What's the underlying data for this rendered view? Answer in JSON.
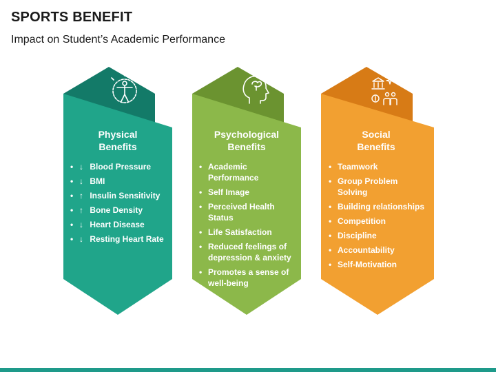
{
  "header": {
    "title": "SPORTS BENEFIT",
    "subtitle": "Impact on Student’s Academic Performance"
  },
  "colors": {
    "physical_main": "#20a58a",
    "physical_dark": "#137a68",
    "psychological_main": "#8cb84a",
    "psychological_dark": "#6b9330",
    "social_main": "#f2a031",
    "social_dark": "#d77b16"
  },
  "columns": [
    {
      "icon": "human-body-icon",
      "title_line1": "Physical",
      "title_line2": "Benefits",
      "items": [
        {
          "arrow": "↓",
          "text": "Blood Pressure"
        },
        {
          "arrow": "↓",
          "text": "BMI"
        },
        {
          "arrow": "↑",
          "text": "Insulin Sensitivity"
        },
        {
          "arrow": "↑",
          "text": "Bone Density"
        },
        {
          "arrow": "↓",
          "text": "Heart Disease"
        },
        {
          "arrow": "↓",
          "text": "Resting Heart Rate"
        }
      ]
    },
    {
      "icon": "head-mind-icon",
      "title_line1": "Psychological",
      "title_line2": "Benefits",
      "items": [
        {
          "text": "Academic Performance"
        },
        {
          "text": "Self Image"
        },
        {
          "text": "Perceived Health Status"
        },
        {
          "text": "Life Satisfaction"
        },
        {
          "text": "Reduced feelings of depression & anxiety"
        },
        {
          "text": "Promotes a sense of well-being"
        }
      ]
    },
    {
      "icon": "community-bank-icon",
      "title_line1": "Social",
      "title_line2": "Benefits",
      "items": [
        {
          "text": "Teamwork"
        },
        {
          "text": "Group Problem Solving"
        },
        {
          "text": "Building relationships"
        },
        {
          "text": "Competition"
        },
        {
          "text": "Discipline"
        },
        {
          "text": "Accountability"
        },
        {
          "text": "Self-Motivation"
        }
      ]
    }
  ]
}
